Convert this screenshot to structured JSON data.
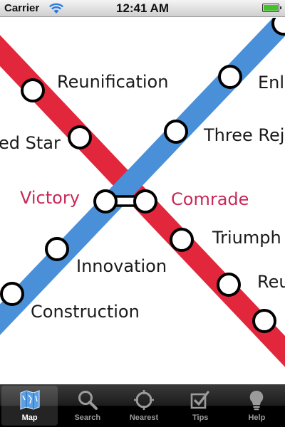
{
  "status_bar": {
    "carrier": "Carrier",
    "time": "12:41 AM",
    "battery_level": 1.0
  },
  "map": {
    "lines": [
      {
        "name": "red-line",
        "color": "#e2263c"
      },
      {
        "name": "blue-line",
        "color": "#4a90d9"
      }
    ],
    "stations": {
      "reunification": "Reunification",
      "enlightenment": "Enli",
      "red_star": "ed Star",
      "three_rejuvenations": "Three Reju",
      "victory": "Victory",
      "comrade": "Comrade",
      "triumph": "Triumph",
      "innovation": "Innovation",
      "reu": "Reu",
      "construction": "Construction"
    },
    "interchange_color": "#c8285a"
  },
  "tab_bar": {
    "tabs": [
      {
        "label": "Map",
        "icon": "map-icon",
        "selected": true
      },
      {
        "label": "Search",
        "icon": "search-icon",
        "selected": false
      },
      {
        "label": "Nearest",
        "icon": "crosshair-icon",
        "selected": false
      },
      {
        "label": "Tips",
        "icon": "checkbox-icon",
        "selected": false
      },
      {
        "label": "Help",
        "icon": "lightbulb-icon",
        "selected": false
      }
    ]
  }
}
